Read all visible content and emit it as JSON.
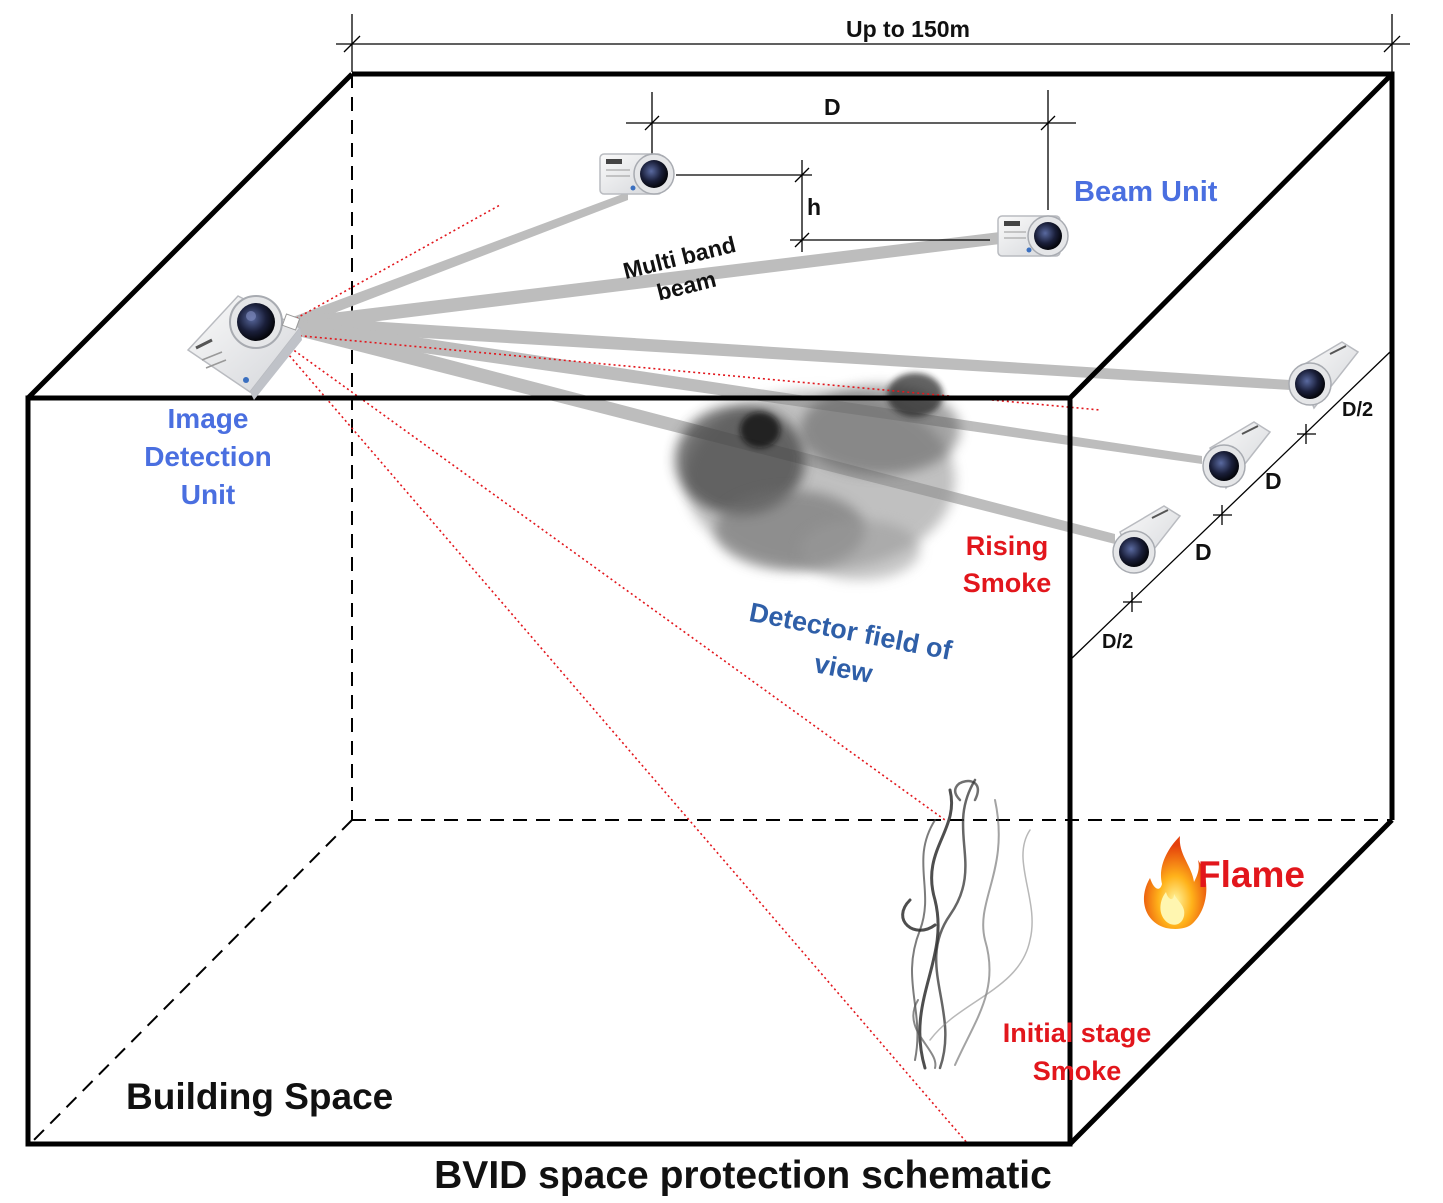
{
  "title": "BVID space protection schematic",
  "labels": {
    "width_dim": "Up to 150m",
    "spacing_d_top": "D",
    "height_h": "h",
    "beam_unit": "Beam Unit",
    "multi_band_beam_l1": "Multi band",
    "multi_band_beam_l2": "beam",
    "image_detection_l1": "Image",
    "image_detection_l2": "Detection",
    "image_detection_l3": "Unit",
    "rising_smoke_l1": "Rising",
    "rising_smoke_l2": "Smoke",
    "field_of_view_l1": "Detector field of",
    "field_of_view_l2": "view",
    "side_d_half_top": "D/2",
    "side_d_1": "D",
    "side_d_2": "D",
    "side_d_half_bottom": "D/2",
    "flame": "Flame",
    "initial_smoke_l1": "Initial stage",
    "initial_smoke_l2": "Smoke",
    "building_space": "Building Space"
  },
  "colors": {
    "label_blue": "#4a6fe0",
    "label_red": "#e2161c",
    "fov_blue": "#2f5fa8",
    "beam_grey": "#bdbdbd",
    "fov_line_red": "#e2161c",
    "edge_black": "#000000"
  },
  "icons": [
    "image-detection-unit-icon",
    "beam-unit-icon",
    "smoke-cloud-icon",
    "smoke-plume-icon",
    "flame-icon"
  ]
}
